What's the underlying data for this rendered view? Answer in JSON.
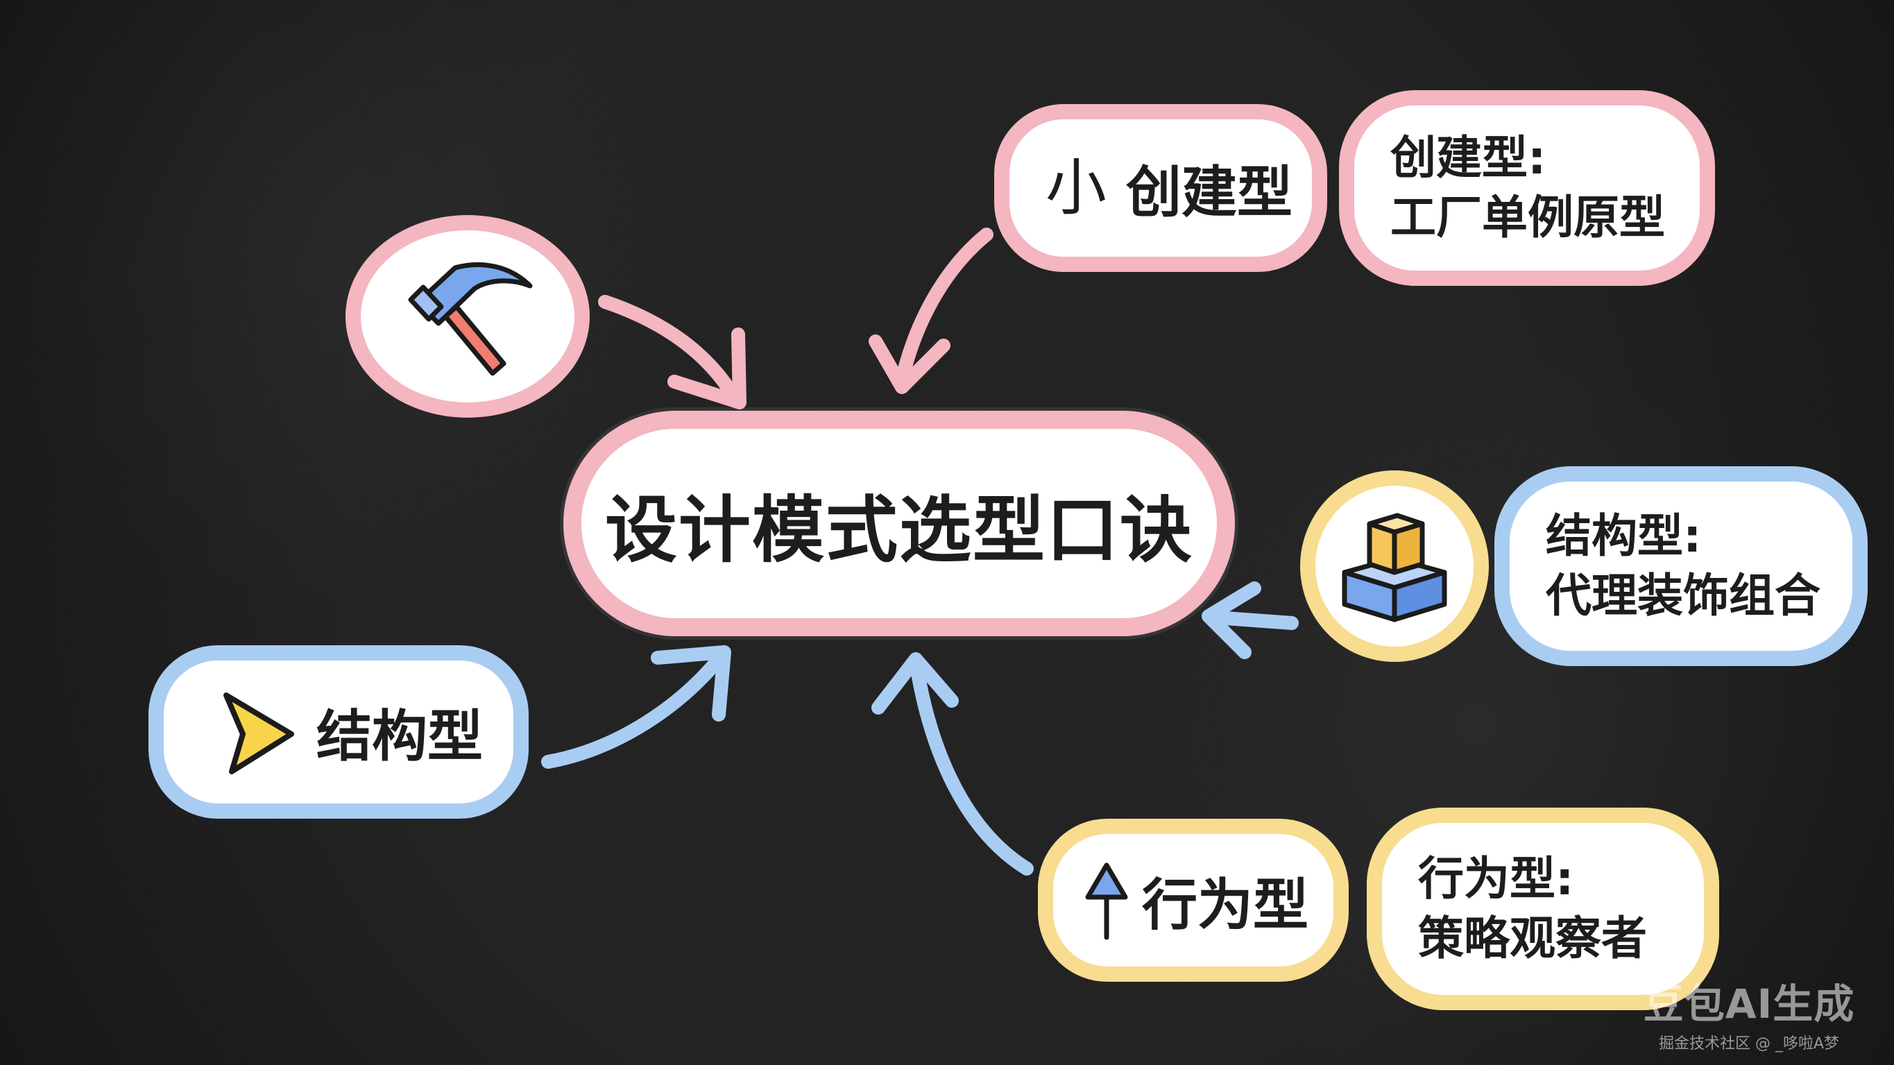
{
  "diagram": {
    "title": "设计模式选型口诀",
    "nodes": [
      {
        "id": "hammer",
        "icon": "hammer-icon",
        "border_color": "#f4b6c0"
      },
      {
        "id": "creational",
        "mark": "小",
        "label": "创建型",
        "border_color": "#f4b6c0"
      },
      {
        "id": "creational_desc",
        "line1": "创建型:",
        "line2": "工厂单例原型",
        "border_color": "#f4b6c0"
      },
      {
        "id": "structural",
        "icon": "play-triangle-icon",
        "label": "结构型",
        "border_color": "#a9cdf2"
      },
      {
        "id": "structural_cube",
        "icon": "cube-stack-icon",
        "border_color": "#f8dc8f"
      },
      {
        "id": "structural_desc",
        "line1": "结构型:",
        "line2": "代理装饰组合",
        "border_color": "#a9cdf2"
      },
      {
        "id": "behavioral",
        "icon": "up-arrow-icon",
        "label": "行为型",
        "border_color": "#f8dc8f"
      },
      {
        "id": "behavioral_desc",
        "line1": "行为型:",
        "line2": "策略观察者",
        "border_color": "#f8dc8f"
      }
    ],
    "edges": [
      {
        "from": "hammer",
        "to": "title",
        "color": "#f4b6c0"
      },
      {
        "from": "creational",
        "to": "title",
        "color": "#f4b6c0"
      },
      {
        "from": "structural",
        "to": "title",
        "color": "#a9cdf2"
      },
      {
        "from": "structural_cube",
        "to": "title",
        "color": "#a9cdf2"
      },
      {
        "from": "behavioral",
        "to": "title",
        "color": "#a9cdf2"
      }
    ]
  },
  "watermark": {
    "brand": "豆包AI生成",
    "credit": "掘金技术社区 @ _哆啦A梦"
  }
}
